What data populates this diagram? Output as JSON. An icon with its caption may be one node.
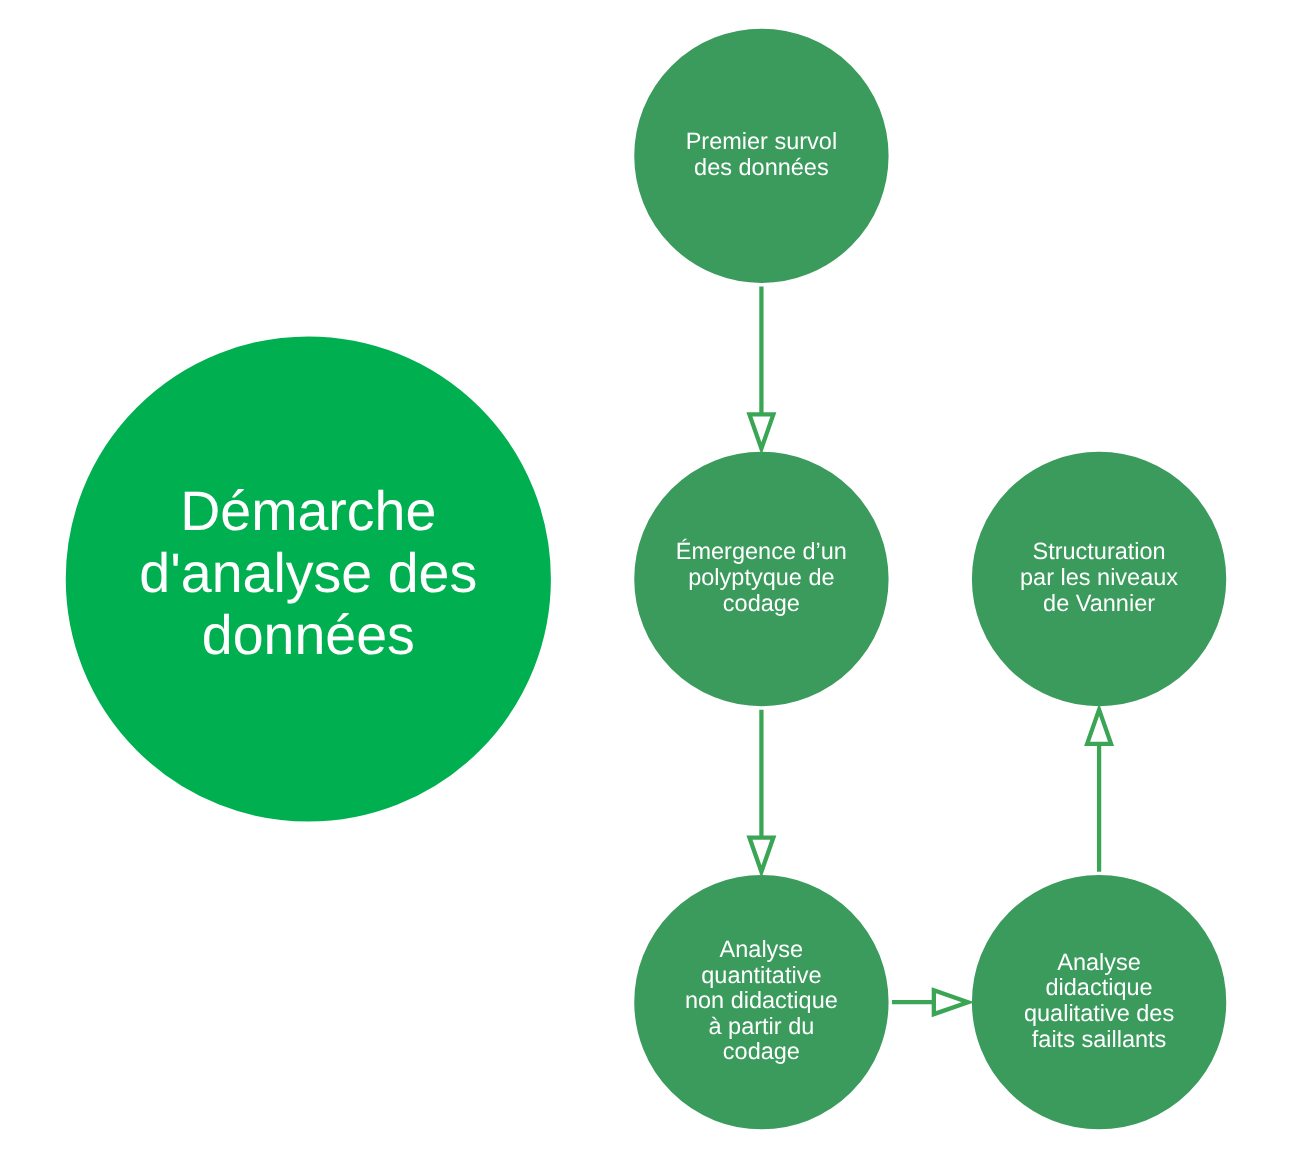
{
  "diagram": {
    "nodes": [
      {
        "text": [
          "Démarche d'analyse des données"
        ]
      },
      {
        "text": [
          "Premier survol des données"
        ]
      },
      {
        "text": [
          "Émergence d’un polyptyque de codage"
        ]
      },
      {
        "text": [
          "Analyse quantitative non didactique à partir du codage"
        ]
      },
      {
        "text": [
          "Analyse didactique qualitative des faits saillants"
        ]
      },
      {
        "text": [
          "Structuration par les niveaux de Vannier"
        ]
      }
    ],
    "edges": [
      {
        "from": 1,
        "to": 2,
        "arrow": "to"
      },
      {
        "from": 2,
        "to": 3,
        "arrow": "to"
      },
      {
        "from": 3,
        "to": 4,
        "arrow": "to"
      },
      {
        "from": 4,
        "to": 5,
        "arrow": "to"
      }
    ]
  }
}
